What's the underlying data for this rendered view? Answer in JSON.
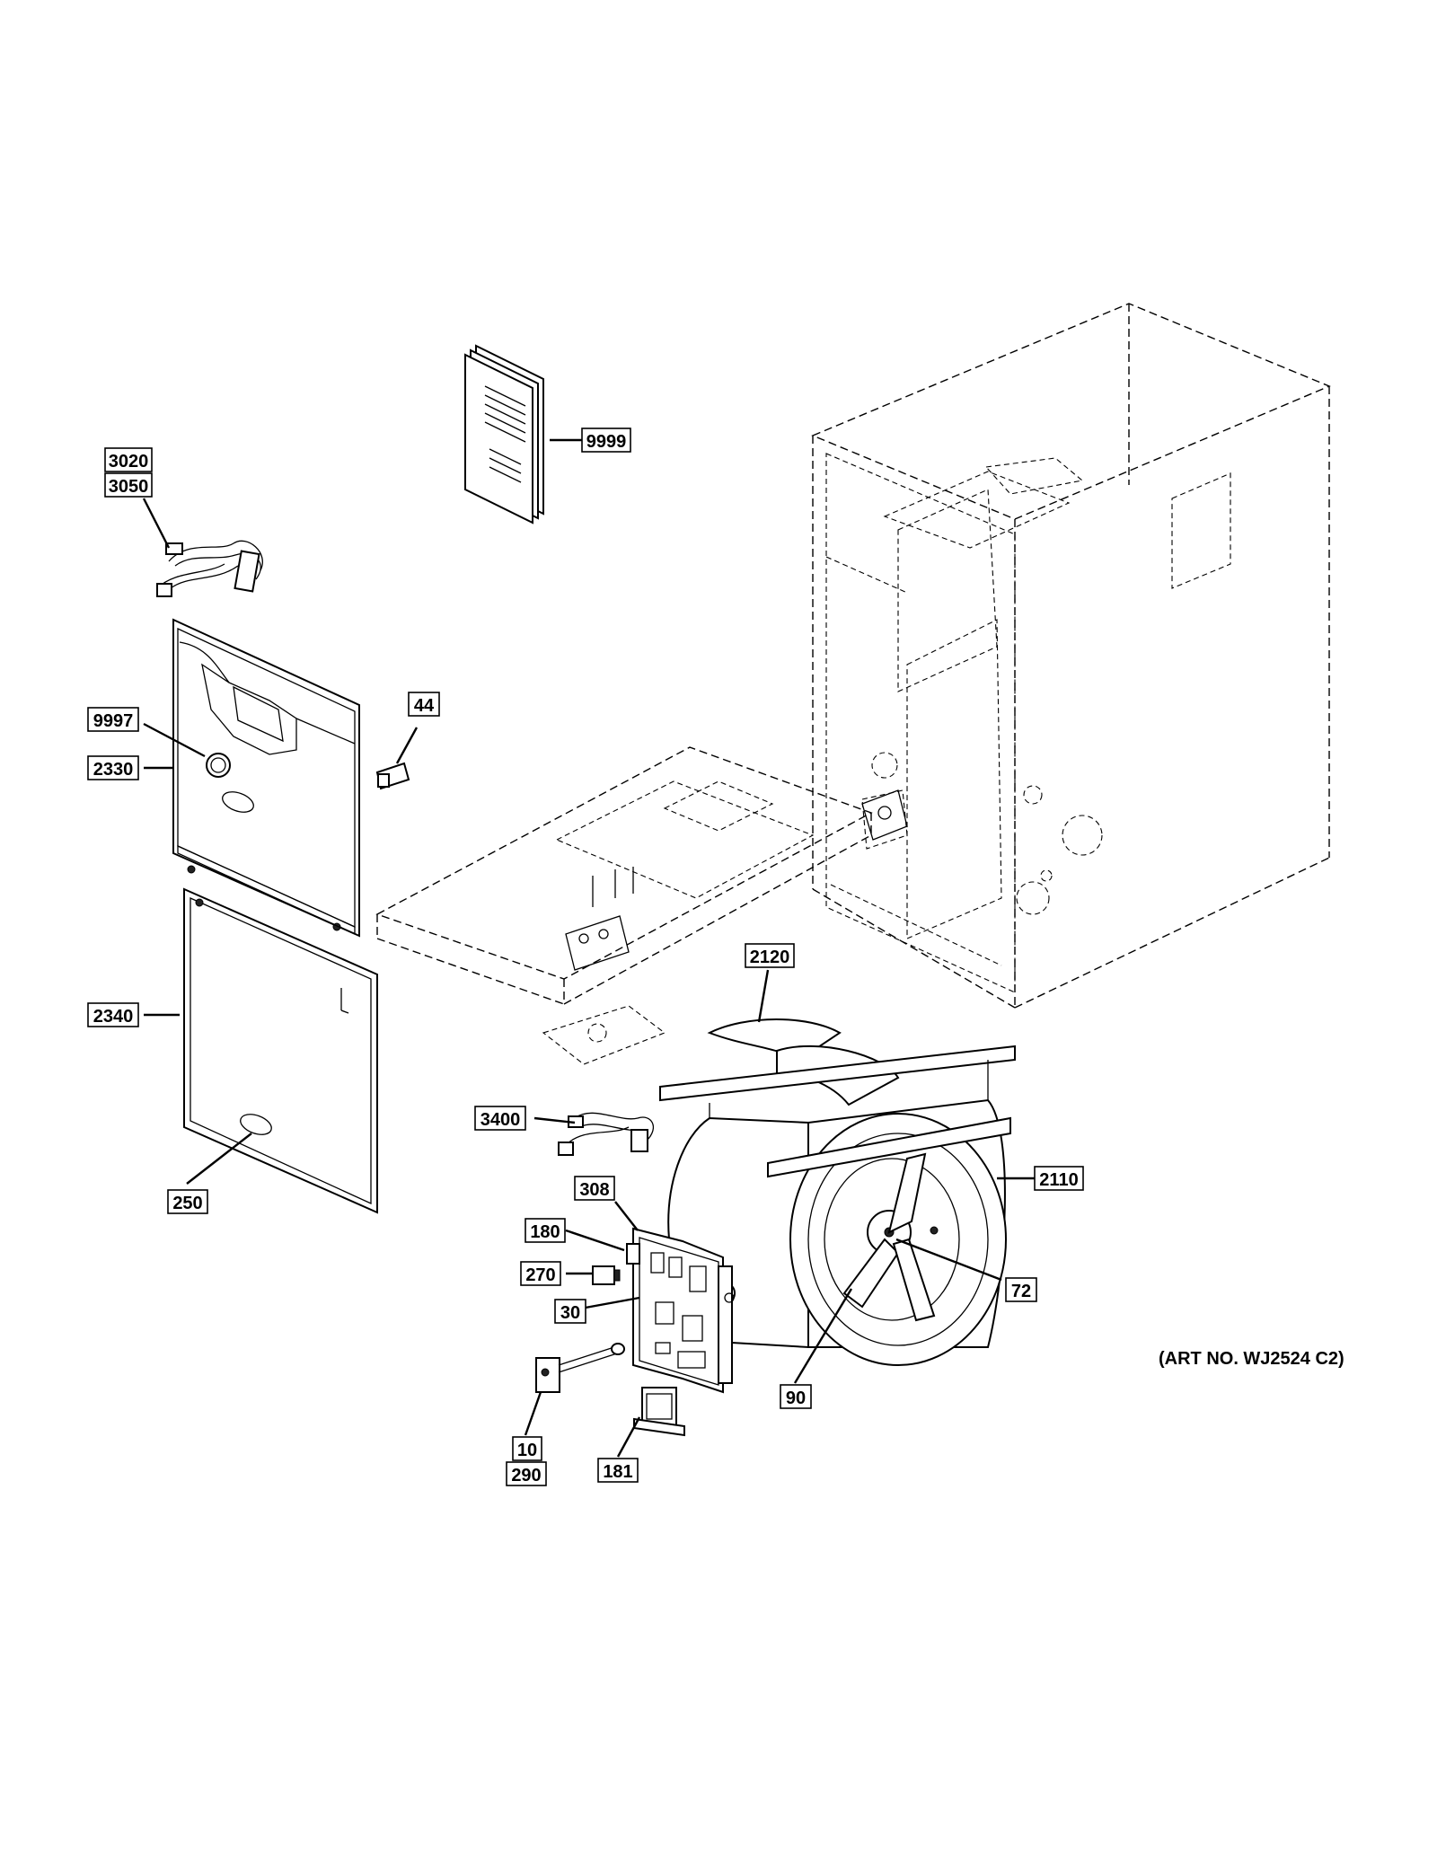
{
  "art_number": "(ART NO. WJ2524 C2)",
  "callouts": {
    "c3020": "3020",
    "c3050": "3050",
    "c9999": "9999",
    "c44": "44",
    "c9997": "9997",
    "c2330": "2330",
    "c2340": "2340",
    "c250": "250",
    "c2120": "2120",
    "c3400": "3400",
    "c2110": "2110",
    "c308": "308",
    "c180": "180",
    "c270": "270",
    "c30": "30",
    "c72": "72",
    "c90": "90",
    "c10": "10",
    "c290": "290",
    "c181": "181"
  }
}
